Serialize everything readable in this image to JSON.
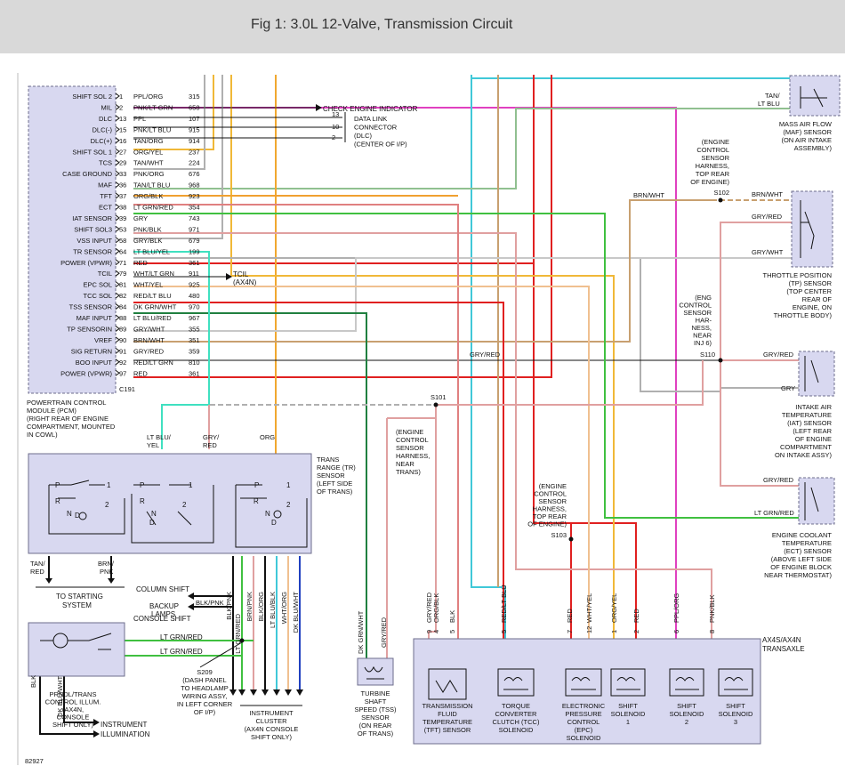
{
  "title": "Fig 1: 3.0L 12-Valve, Transmission Circuit",
  "figure_id": "82927",
  "pcm": {
    "connector": "C191",
    "label": "POWERTRAIN CONTROL MODULE (PCM) (RIGHT REAR OF ENGINE COMPARTMENT, MOUNTED IN COWL)",
    "label_lines": [
      "POWERTRAIN CONTROL",
      "MODULE (PCM)",
      "(RIGHT REAR OF ENGINE",
      "COMPARTMENT, MOUNTED",
      "IN COWL)"
    ],
    "pins": [
      {
        "name": "SHIFT SOL 2",
        "pin": "1",
        "color": "PPL/ORG",
        "circuit": "315"
      },
      {
        "name": "MIL",
        "pin": "2",
        "color": "PNK/LT GRN",
        "circuit": "658"
      },
      {
        "name": "DLC",
        "pin": "13",
        "color": "PPL",
        "circuit": "107"
      },
      {
        "name": "DLC(-)",
        "pin": "15",
        "color": "PNK/LT BLU",
        "circuit": "915"
      },
      {
        "name": "DLC(+)",
        "pin": "16",
        "color": "TAN/ORG",
        "circuit": "914"
      },
      {
        "name": "SHIFT SOL 1",
        "pin": "27",
        "color": "ORG/YEL",
        "circuit": "237"
      },
      {
        "name": "TCS",
        "pin": "29",
        "color": "TAN/WHT",
        "circuit": "224"
      },
      {
        "name": "CASE GROUND",
        "pin": "33",
        "color": "PNK/ORG",
        "circuit": "676"
      },
      {
        "name": "MAF",
        "pin": "36",
        "color": "TAN/LT BLU",
        "circuit": "968"
      },
      {
        "name": "TFT",
        "pin": "37",
        "color": "ORG/BLK",
        "circuit": "923"
      },
      {
        "name": "ECT",
        "pin": "38",
        "color": "LT GRN/RED",
        "circuit": "354"
      },
      {
        "name": "IAT SENSOR",
        "pin": "39",
        "color": "GRY",
        "circuit": "743"
      },
      {
        "name": "SHIFT SOL3",
        "pin": "53",
        "color": "PNK/BLK",
        "circuit": "971"
      },
      {
        "name": "VSS INPUT",
        "pin": "58",
        "color": "GRY/BLK",
        "circuit": "679"
      },
      {
        "name": "TR SENSOR",
        "pin": "64",
        "color": "LT BLU/YEL",
        "circuit": "199"
      },
      {
        "name": "POWER (VPWR)",
        "pin": "71",
        "color": "RED",
        "circuit": "361"
      },
      {
        "name": "TCIL",
        "pin": "79",
        "color": "WHT/LT GRN",
        "circuit": "911"
      },
      {
        "name": "EPC SOL",
        "pin": "81",
        "color": "WHT/YEL",
        "circuit": "925"
      },
      {
        "name": "TCC SOL",
        "pin": "82",
        "color": "RED/LT BLU",
        "circuit": "480"
      },
      {
        "name": "TSS SENSOR",
        "pin": "84",
        "color": "DK GRN/WHT",
        "circuit": "970"
      },
      {
        "name": "MAF INPUT",
        "pin": "88",
        "color": "LT BLU/RED",
        "circuit": "967"
      },
      {
        "name": "TP SENSORIN",
        "pin": "89",
        "color": "GRY/WHT",
        "circuit": "355"
      },
      {
        "name": "VREF",
        "pin": "90",
        "color": "BRN/WHT",
        "circuit": "351"
      },
      {
        "name": "SIG RETURN",
        "pin": "91",
        "color": "GRY/RED",
        "circuit": "359"
      },
      {
        "name": "BOO INPUT",
        "pin": "92",
        "color": "RED/LT GRN",
        "circuit": "810"
      },
      {
        "name": "POWER (VPWR)",
        "pin": "97",
        "color": "RED",
        "circuit": "361"
      }
    ]
  },
  "labels": {
    "check_engine": "CHECK ENGINE INDICATOR",
    "dlc_lines": [
      "DATA LINK",
      "CONNECTOR",
      "(DLC)",
      "(CENTER OF I/P)"
    ],
    "dlc_pins": [
      "13",
      "10",
      "2"
    ],
    "tcil_lines": [
      "TCIL",
      "(AX4N)"
    ],
    "maf_lines": [
      "MASS AIR FLOW",
      "(MAF) SENSOR",
      "(ON AIR INTAKE",
      "ASSEMBLY)"
    ],
    "maf_wire": [
      "TAN/",
      "LT BLU"
    ],
    "s102_lines": [
      "(ENGINE",
      "CONTROL",
      "SENSOR",
      "HARNESS,",
      "TOP REAR",
      "OF ENGINE)"
    ],
    "s102": "S102",
    "brn_wht": "BRN/WHT",
    "gry_red": "GRY/RED",
    "gry_wht": "GRY/WHT",
    "gry": "GRY",
    "lt_grn_red": "LT GRN/RED",
    "tp_lines": [
      "THROTTLE POSITION",
      "(TP) SENSOR",
      "(TOP CENTER",
      "REAR OF",
      "ENGINE, ON",
      "THROTTLE BODY)"
    ],
    "s110_lines": [
      "(ENG",
      "CONTROL",
      "SENSOR",
      "HAR-",
      "NESS,",
      "NEAR",
      "INJ 6)"
    ],
    "s110": "S110",
    "iat_lines": [
      "INTAKE AIR",
      "TEMPERATURE",
      "(IAT) SENSOR",
      "(LEFT REAR",
      "OF ENGINE",
      "COMPARTMENT",
      "ON INTAKE ASSY)"
    ],
    "ect_lines": [
      "ENGINE COOLANT",
      "TEMPERATURE",
      "(ECT) SENSOR",
      "(ABOVE LEFT SIDE",
      "OF ENGINE BLOCK",
      "NEAR THERMOSTAT)"
    ],
    "s101": "S101",
    "s101_lines": [
      "(ENGINE",
      "CONTROL",
      "SENSOR",
      "HARNESS,",
      "NEAR",
      "TRANS)"
    ],
    "s103_lines": [
      "(ENGINE",
      "CONTROL",
      "SENSOR",
      "HARNESS,",
      "TOP REAR",
      "OF ENGINE)"
    ],
    "s103": "S103",
    "tr_lines": [
      "TRANS",
      "RANGE (TR)",
      "SENSOR",
      "(LEFT SIDE",
      "OF TRANS)"
    ],
    "tr_top_wires": [
      [
        "LT BLU/",
        "YEL"
      ],
      [
        "GRY/",
        "RED"
      ],
      [
        "ORG"
      ]
    ],
    "tan_red": [
      "TAN/",
      "RED"
    ],
    "brn_pnk": [
      "BRN/",
      "PNK"
    ],
    "starting": [
      "TO STARTING",
      "SYSTEM"
    ],
    "column_shift": "COLUMN SHIFT",
    "backup": [
      "BACKUP",
      "LAMPS"
    ],
    "blk_pnk": "BLK/PNK",
    "console_shift": "CONSOLE SHIFT",
    "lt_grn_red_1": "LT GRN/RED",
    "lt_grn_red_2": "LT GRN/RED",
    "prndl": [
      "PRNDL/TRANS",
      "CONTROL ILLUM.",
      "(AX4N,",
      "CONSOLE",
      "SHIFT ONLY)"
    ],
    "instrument_illum": [
      "INSTRUMENT",
      "ILLUMINATION"
    ],
    "blk": "BLK",
    "dk_blu_wht": "DK BLU/WHT",
    "s209": [
      "S209",
      "(DASH PANEL",
      "TO HEADLAMP",
      "WIRING ASSY,",
      "IN LEFT CORNER",
      "OF I/P)"
    ],
    "cluster": [
      "INSTRUMENT",
      "CLUSTER",
      "(AX4N CONSOLE",
      "SHIFT ONLY)"
    ],
    "cluster_wires": [
      "BLK/PNK",
      "LT GRN/RED",
      "BRN/PNK",
      "BLK/ORG",
      "LT BLU/BLK",
      "WHT/ORG",
      "DK BLU/WHT"
    ],
    "tss_wires": [
      "DK GRN/WHT",
      "GRY/RED"
    ],
    "tss": [
      "TURBINE",
      "SHAFT",
      "SPEED (TSS)",
      "SENSOR",
      "(ON REAR",
      "OF TRANS)"
    ],
    "trans_axle": [
      "AX4S/AX4N",
      "TRANSAXLE"
    ],
    "trans_pins": [
      {
        "num": "9",
        "color": "GRY/RED"
      },
      {
        "num": "4",
        "color": "ORG/BLK"
      },
      {
        "num": "5",
        "color": "BLK"
      },
      {
        "num": "5",
        "color": "RED/LT BLU"
      },
      {
        "num": "7",
        "color": "RED"
      },
      {
        "num": "12",
        "color": "WHT/YEL"
      },
      {
        "num": "1",
        "color": "ORG/YEL"
      },
      {
        "num": "2",
        "color": "RED"
      },
      {
        "num": "6",
        "color": "PPL/ORG"
      },
      {
        "num": "8",
        "color": "PNK/BLK"
      }
    ],
    "tft": [
      "TRANSMISSION",
      "FLUID",
      "TEMPERATURE",
      "(TFT) SENSOR"
    ],
    "tcc": [
      "TORQUE",
      "CONVERTER",
      "CLUTCH (TCC)",
      "SOLENOID"
    ],
    "epc": [
      "ELECTRONIC",
      "PRESSURE",
      "CONTROL",
      "(EPC)",
      "SOLENOID"
    ],
    "sol1": [
      "SHIFT",
      "SOLENOID",
      "1"
    ],
    "sol2": [
      "SHIFT",
      "SOLENOID",
      "2"
    ],
    "sol3": [
      "SHIFT",
      "SOLENOID",
      "3"
    ],
    "prnd_letters": [
      "P",
      "R",
      "N",
      "D",
      "1",
      "2"
    ]
  },
  "colors": {
    "red": "#e02020",
    "orange": "#f0a830",
    "pink": "#e040c0",
    "cyan": "#40c8d8",
    "green": "#40c040",
    "gray": "#b0b0b0",
    "tan": "#c8a070",
    "darkgreen": "#208040",
    "pink_light": "#e0a0a0",
    "peach": "#f0c090"
  }
}
